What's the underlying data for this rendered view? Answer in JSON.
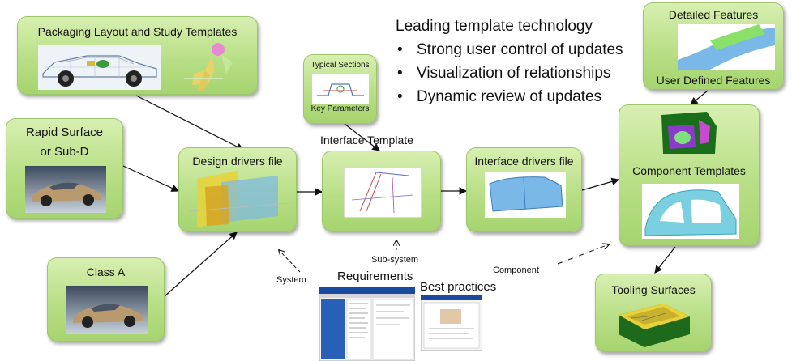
{
  "bullets": {
    "title": "Leading template technology",
    "items": [
      "Strong user control of updates",
      "Visualization of relationships",
      "Dynamic review of updates"
    ]
  },
  "nodes": {
    "packaging": "Packaging Layout and Study Templates",
    "rapid_line1": "Rapid Surface",
    "rapid_line2": "or Sub-D",
    "class_a": "Class A",
    "design_drivers": "Design drivers file",
    "typical_sections": "Typical Sections",
    "key_parameters": "Key Parameters",
    "interface_template": "Interface Template",
    "interface_drivers": "Interface drivers file",
    "detailed_features": "Detailed Features",
    "user_defined_features": "User Defined Features",
    "component_templates": "Component Templates",
    "tooling_surfaces": "Tooling Surfaces"
  },
  "notes": {
    "system": "System",
    "subsystem": "Sub-system",
    "component": "Component",
    "requirements": "Requirements",
    "best_practices": "Best practices"
  },
  "colors": {
    "box_fill": "#b8df86",
    "part_blue": "#7ab8e8",
    "part_yellow": "#e7d23a",
    "part_green": "#8be06a",
    "arrow": "#111111"
  }
}
